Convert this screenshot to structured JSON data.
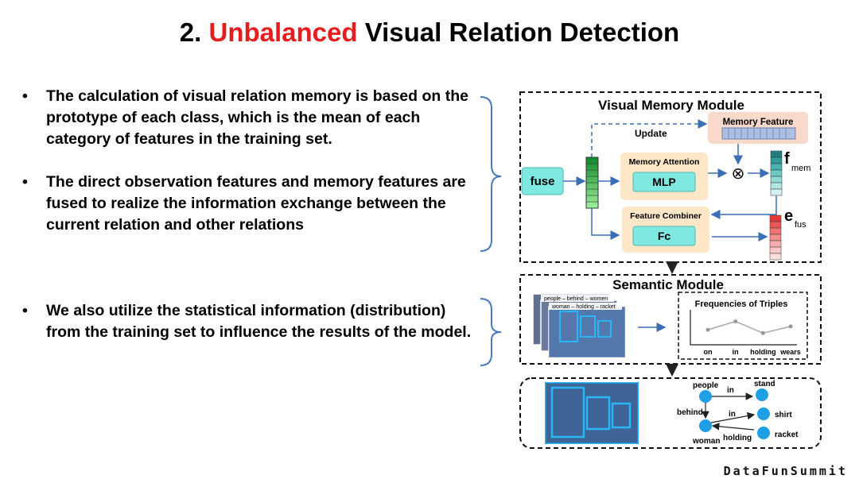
{
  "title": {
    "prefix": "2. ",
    "accent": "Unbalanced",
    "suffix": " Visual Relation Detection"
  },
  "bullets": [
    "The calculation of visual relation memory is based on the prototype of each class, which is the mean of each category of features in the training set.",
    "The direct observation features and memory features are fused to realize the information exchange between the current relation and other relations",
    "We also utilize the statistical information (distribution) from the training set to influence the results of the model."
  ],
  "bullet_symbol": "•",
  "diagram": {
    "visual_memory_module": {
      "title": "Visual Memory Module",
      "update_label": "Update",
      "memory_feature_label": "Memory Feature",
      "memory_attention_label": "Memory Attention",
      "mlp_label": "MLP",
      "feature_combiner_label": "Feature Combiner",
      "fc_label": "Fc",
      "fuse_label": "fuse",
      "f_mem_main": "f",
      "f_mem_sub": "mem",
      "e_fus_main": "e",
      "e_fus_sub": "fus",
      "otimes_symbol": "⊗"
    },
    "semantic_module": {
      "title": "Semantic Module",
      "triple_labels": [
        "people – behind – women",
        "woman – holding – racket"
      ],
      "chart_title": "Frequencies of Triples",
      "chart_categories": [
        "on",
        "in",
        "holding",
        "wears"
      ]
    },
    "graph": {
      "nodes": [
        "people",
        "stand",
        "shirt",
        "racket",
        "woman"
      ],
      "edges": [
        "in",
        "behind",
        "in",
        "holding"
      ]
    }
  },
  "chart_data": {
    "type": "line",
    "title": "Frequencies of Triples",
    "categories": [
      "on",
      "in",
      "holding",
      "wears"
    ],
    "values": [
      0.45,
      0.7,
      0.35,
      0.55
    ],
    "xlabel": "",
    "ylabel": "",
    "ylim": [
      0,
      1
    ]
  },
  "colors": {
    "accent_red": "#e41e1e",
    "fuse_box": "#7fe8e0",
    "memory_box": "#fde7c6",
    "mlp_box": "#7fe8e0",
    "memory_feature_box": "#f9d9cc",
    "memory_feature_cells": "#aebfe6",
    "node_blue": "#1e9fe6",
    "arrow_blue": "#3b6fb5",
    "brace_blue": "#4a7bbf"
  },
  "watermark": "DataFunSummit"
}
